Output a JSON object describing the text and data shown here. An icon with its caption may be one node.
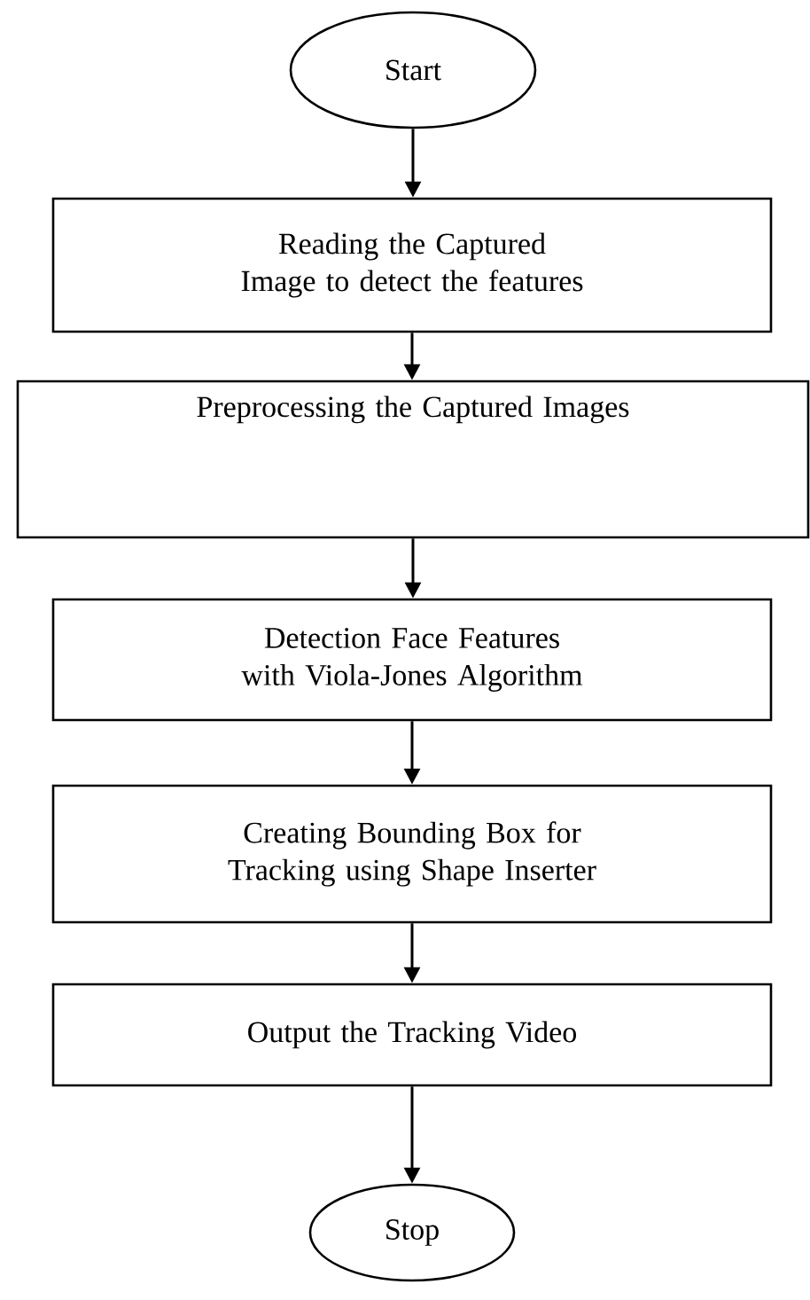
{
  "diagram": {
    "nodes": [
      {
        "text": [
          "Start"
        ]
      },
      {
        "text": [
          "Reading the Captured Image to detect the features"
        ]
      },
      {
        "text": [
          "Preprocessing the Captured Images"
        ]
      },
      {
        "text": [
          "Detection Face Features with Viola-Jones Algorithm"
        ]
      },
      {
        "text": [
          "Creating Bounding Box for Tracking using Shape Inserter"
        ]
      },
      {
        "text": [
          "Output the Tracking Video"
        ]
      },
      {
        "text": [
          "Stop"
        ]
      }
    ],
    "edges": [
      {
        "from": 0,
        "to": 1,
        "arrow": "to"
      },
      {
        "from": 1,
        "to": 2,
        "arrow": "to"
      },
      {
        "from": 2,
        "to": 3,
        "arrow": "to"
      },
      {
        "from": 3,
        "to": 4,
        "arrow": "to"
      },
      {
        "from": 4,
        "to": 5,
        "arrow": "to"
      },
      {
        "from": 5,
        "to": 6,
        "arrow": "to"
      }
    ]
  }
}
